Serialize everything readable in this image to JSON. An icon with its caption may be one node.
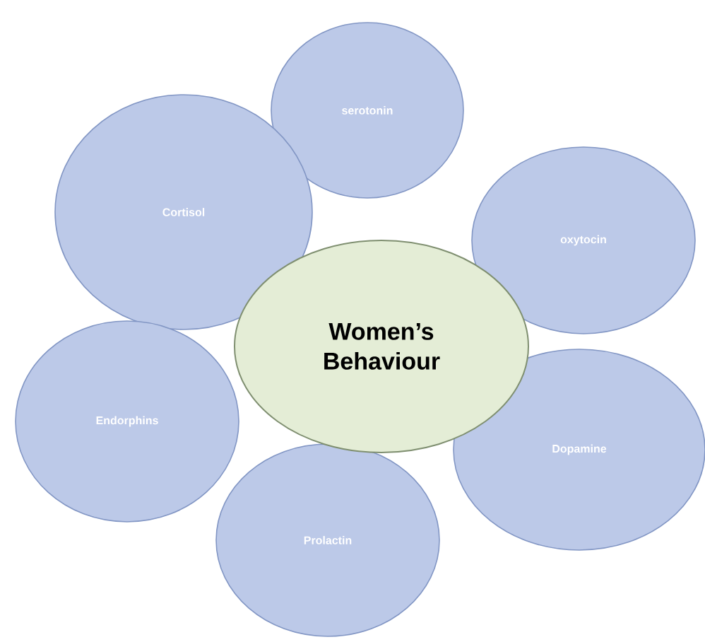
{
  "diagram": {
    "nodes": [
      {
        "text": [
          "serotonin"
        ]
      },
      {
        "text": [
          "Cortisol"
        ]
      },
      {
        "text": [
          "oxytocin"
        ]
      },
      {
        "text": [
          "Women’s Behaviour"
        ]
      },
      {
        "text": [
          "Endorphins"
        ]
      },
      {
        "text": [
          "Dopamine"
        ]
      },
      {
        "text": [
          "Prolactin"
        ]
      }
    ]
  }
}
